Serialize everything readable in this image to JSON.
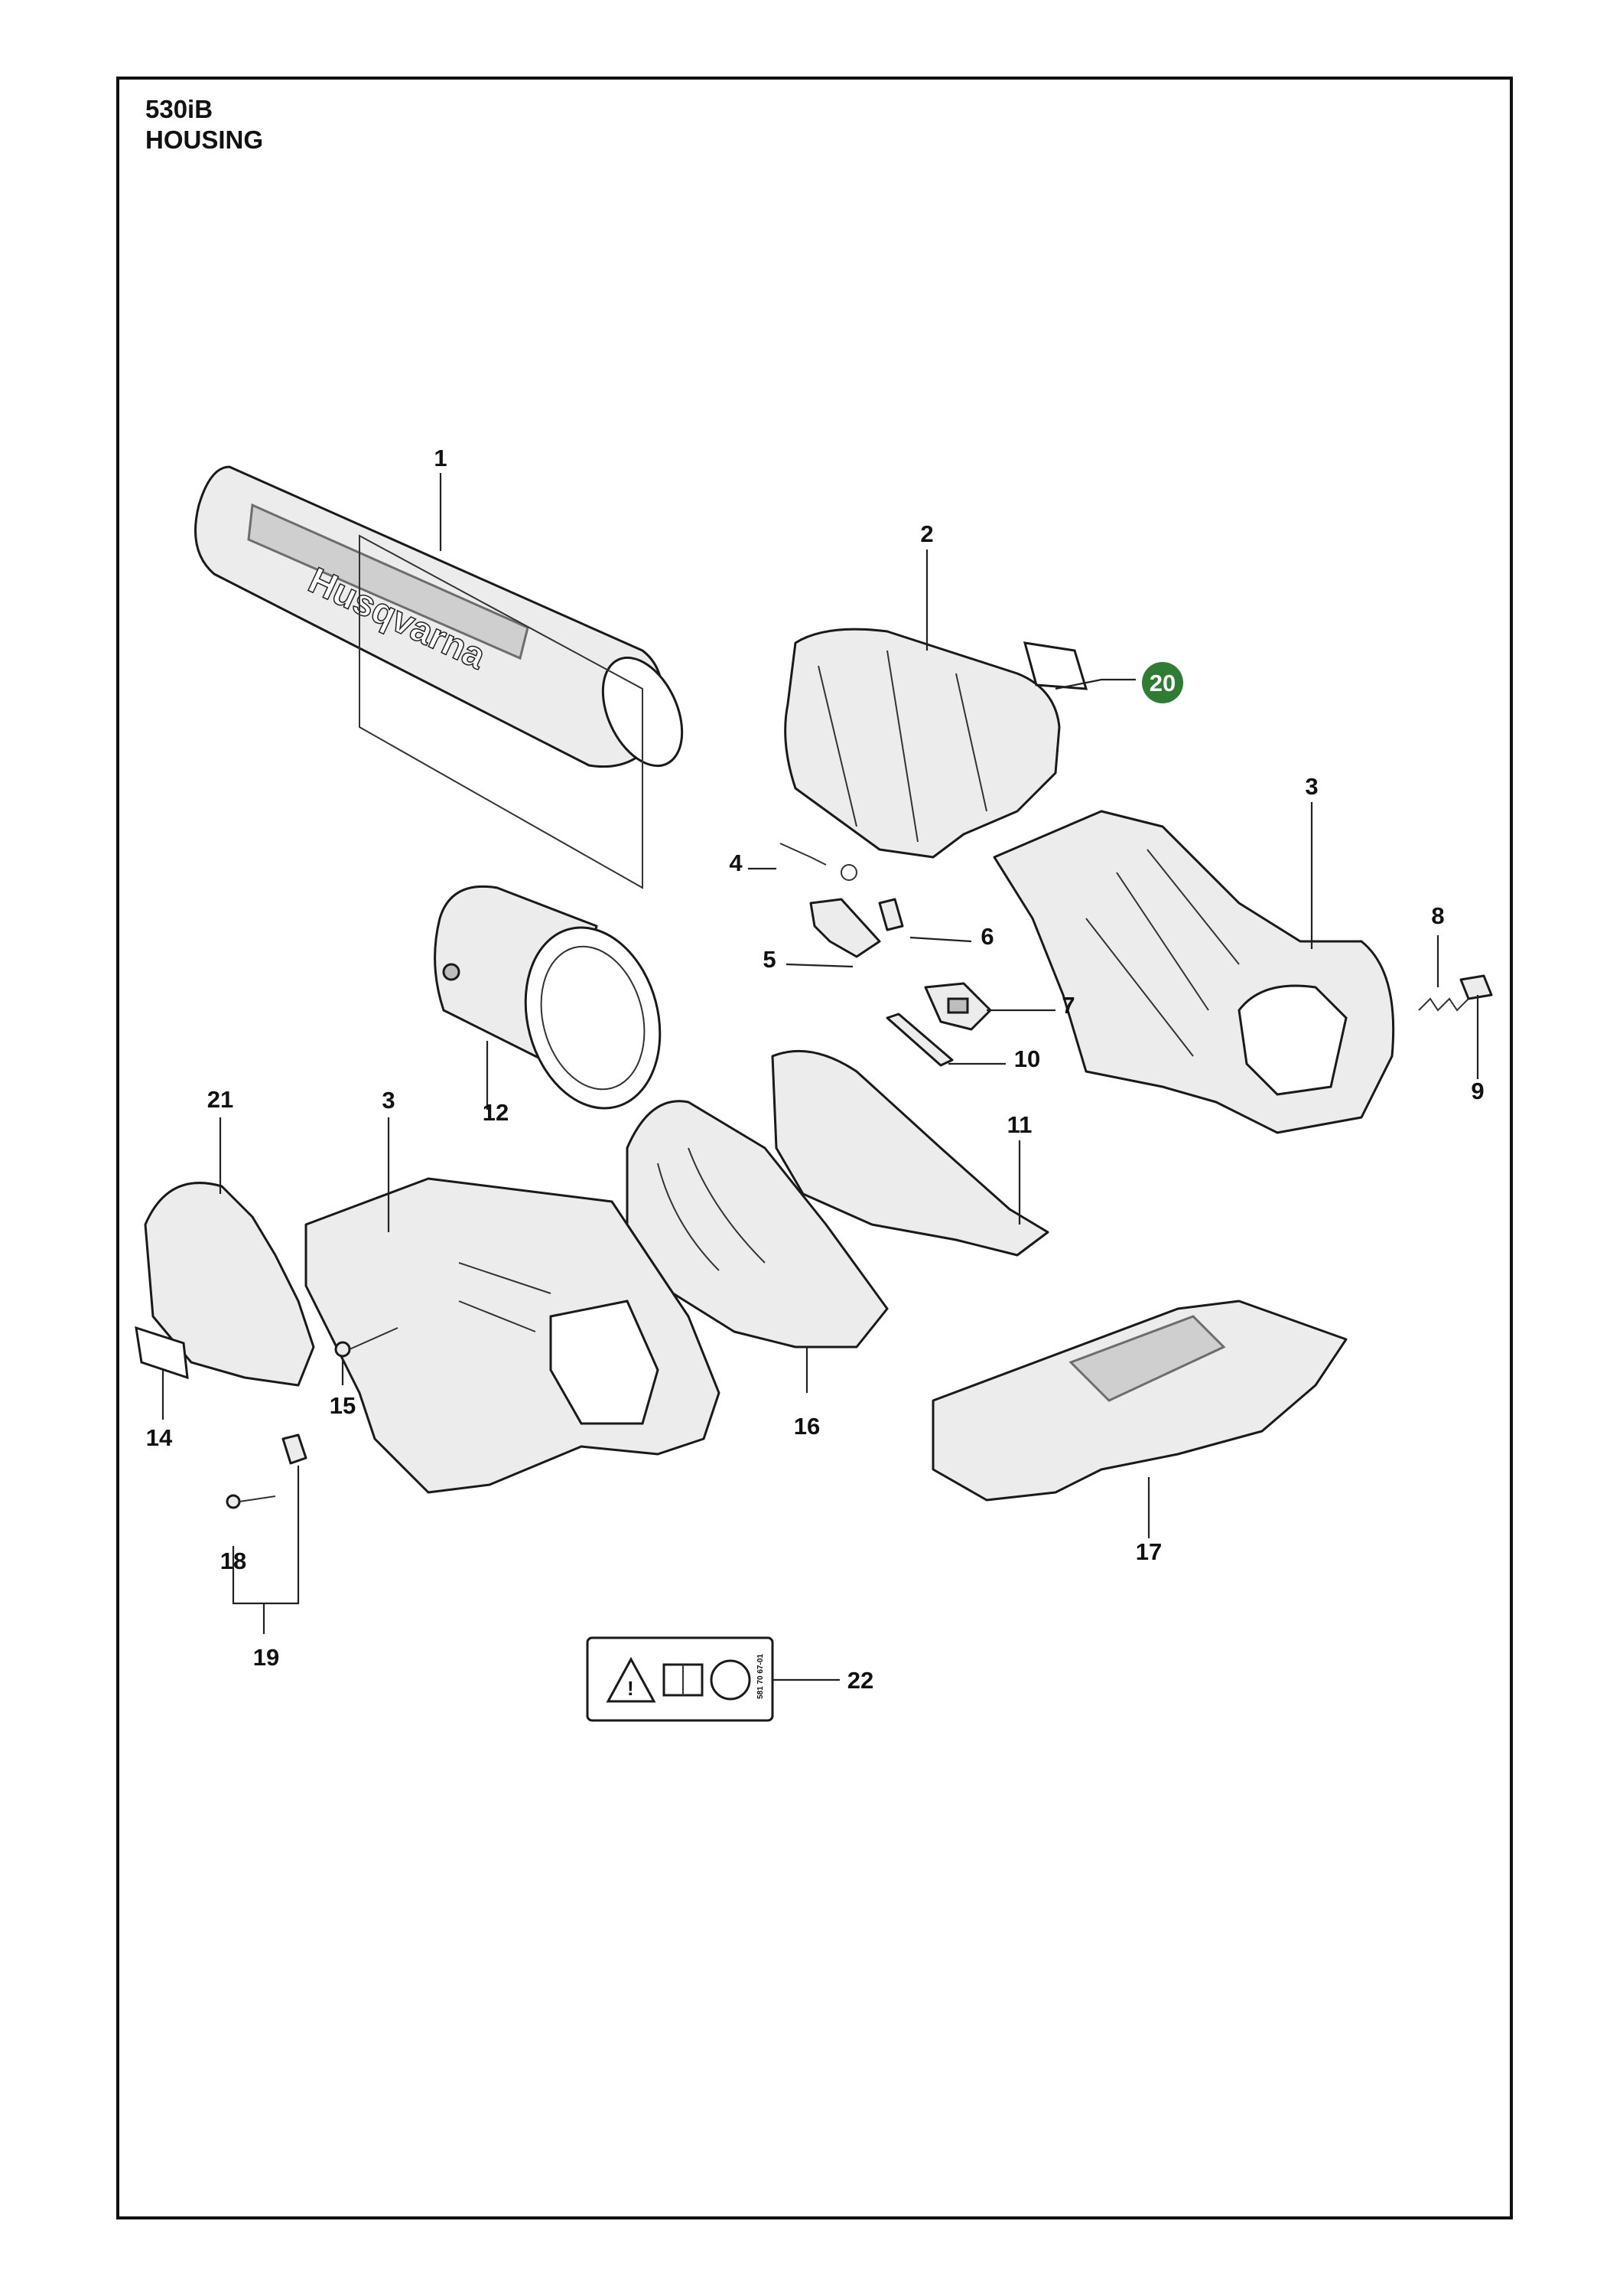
{
  "header": {
    "model": "530iB",
    "section": "HOUSING"
  },
  "callouts": [
    "1",
    "2",
    "3",
    "3",
    "4",
    "5",
    "6",
    "7",
    "8",
    "9",
    "10",
    "11",
    "12",
    "14",
    "15",
    "16",
    "17",
    "18",
    "19",
    "20",
    "21",
    "22"
  ],
  "highlight_color": "#2e7d32",
  "highlighted_callout": "20",
  "brand_text": "Husqvarna",
  "label_22_code": "581 70 67-01"
}
